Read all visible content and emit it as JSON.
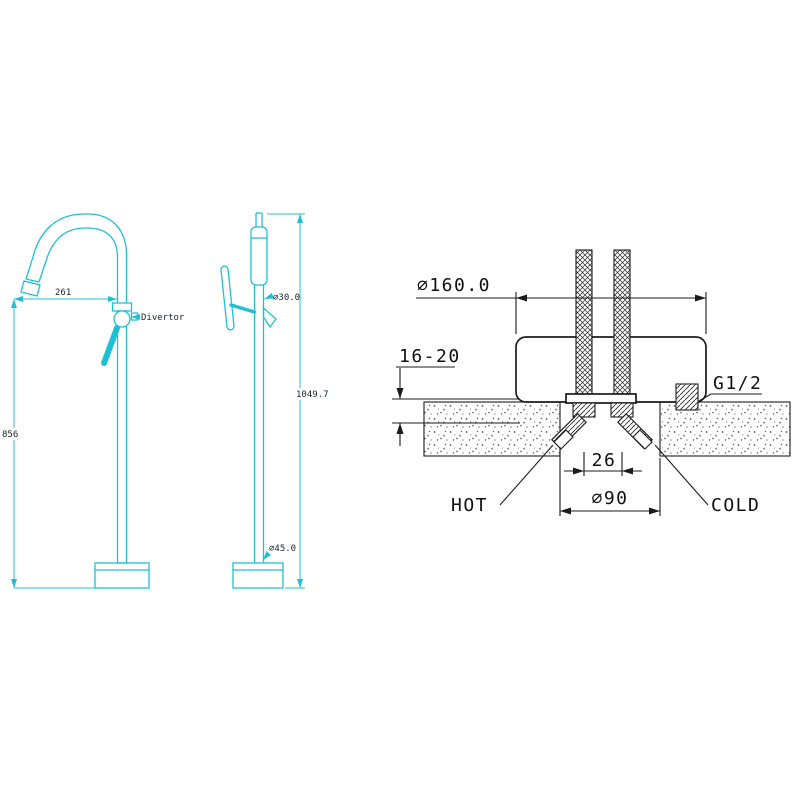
{
  "front_view": {
    "spout_reach": "261",
    "spout_height": "856",
    "divertor_label": "Divertor"
  },
  "side_view": {
    "column_diameter": "⌀30.0",
    "overall_height": "1049.7",
    "base_diameter": "⌀45.0"
  },
  "installation_view": {
    "cover_diameter": "⌀160.0",
    "floor_thickness_range": "16-20",
    "thread_label": "G1/2",
    "inlet_spacing": "26",
    "hole_diameter": "⌀90",
    "hot_label": "HOT",
    "cold_label": "COLD"
  },
  "colors": {
    "accent_cyan": "#1fc0d6",
    "line_black": "#1b1b1b"
  }
}
